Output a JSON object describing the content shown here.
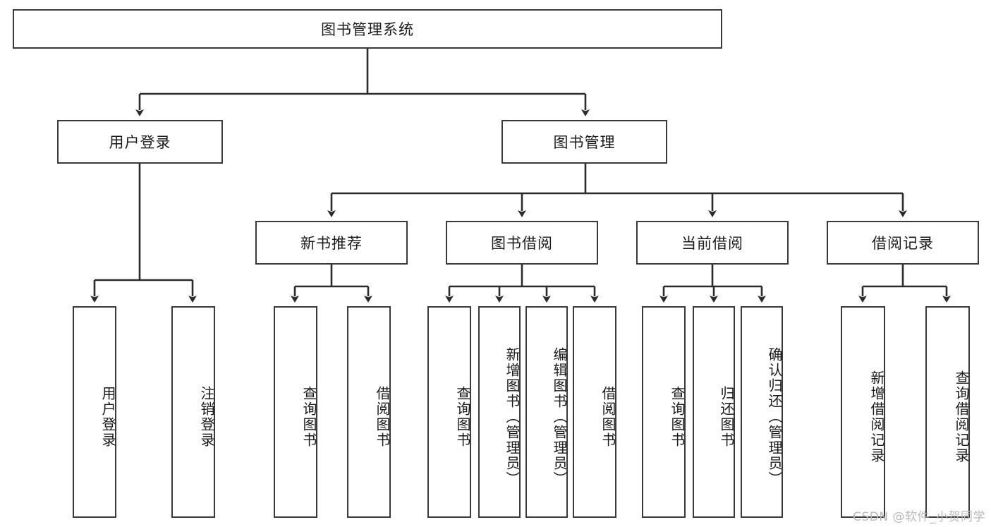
{
  "diagram": {
    "type": "tree-hierarchy",
    "title": "图书管理系统",
    "watermark": "CSDN @软件_小贺同学",
    "colors": {
      "box_border": "#3a3a3a",
      "box_fill": "#ffffff",
      "connector": "#2b2b2b",
      "text": "#1a1a1a",
      "watermark": "#b9b9b9"
    },
    "nodes": {
      "root": {
        "label": "图书管理系统"
      },
      "level2": [
        {
          "id": "user-login",
          "label": "用户登录"
        },
        {
          "id": "book-management",
          "label": "图书管理"
        }
      ],
      "level3": [
        {
          "id": "new-book-recommend",
          "label": "新书推荐"
        },
        {
          "id": "book-borrow",
          "label": "图书借阅"
        },
        {
          "id": "current-borrow",
          "label": "当前借阅"
        },
        {
          "id": "borrow-record",
          "label": "借阅记录"
        }
      ],
      "leaves": {
        "user-login": [
          {
            "id": "leaf-user-login",
            "label": "用户登录"
          },
          {
            "id": "leaf-logout",
            "label": "注销登录"
          }
        ],
        "new-book-recommend": [
          {
            "id": "leaf-query-book-1",
            "label": "查询图书"
          },
          {
            "id": "leaf-borrow-book-1",
            "label": "借阅图书"
          }
        ],
        "book-borrow": [
          {
            "id": "leaf-query-book-2",
            "label": "查询图书"
          },
          {
            "id": "leaf-add-book",
            "label": "新增图书（管理员）"
          },
          {
            "id": "leaf-edit-book",
            "label": "编辑图书（管理员）"
          },
          {
            "id": "leaf-borrow-book-2",
            "label": "借阅图书"
          }
        ],
        "current-borrow": [
          {
            "id": "leaf-query-book-3",
            "label": "查询图书"
          },
          {
            "id": "leaf-return-book",
            "label": "归还图书"
          },
          {
            "id": "leaf-confirm-return",
            "label": "确认归还（管理员）"
          }
        ],
        "borrow-record": [
          {
            "id": "leaf-add-record",
            "label": "新增借阅记录"
          },
          {
            "id": "leaf-query-record",
            "label": "查询借阅记录"
          }
        ]
      }
    }
  }
}
